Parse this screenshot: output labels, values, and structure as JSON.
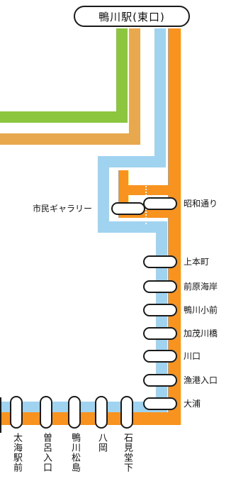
{
  "colors": {
    "green": "#8cc63f",
    "tan": "#e8a94e",
    "sky": "#9fd3f0",
    "orange": "#f7931e",
    "outline": "#1a1a1a"
  },
  "terminal": {
    "label": "鴨川駅(東口)"
  },
  "loop_stop": {
    "label": "市民ギャラリー"
  },
  "trunk_stops": [
    "昭和通り",
    "上本町",
    "前原海岸",
    "鴨川小前",
    "加茂川橋",
    "川口",
    "漁港入口",
    "大浦"
  ],
  "bottom_stops": [
    "石見堂下",
    "八岡",
    "鴨川松島",
    "曽呂入口",
    "太海駅前"
  ]
}
